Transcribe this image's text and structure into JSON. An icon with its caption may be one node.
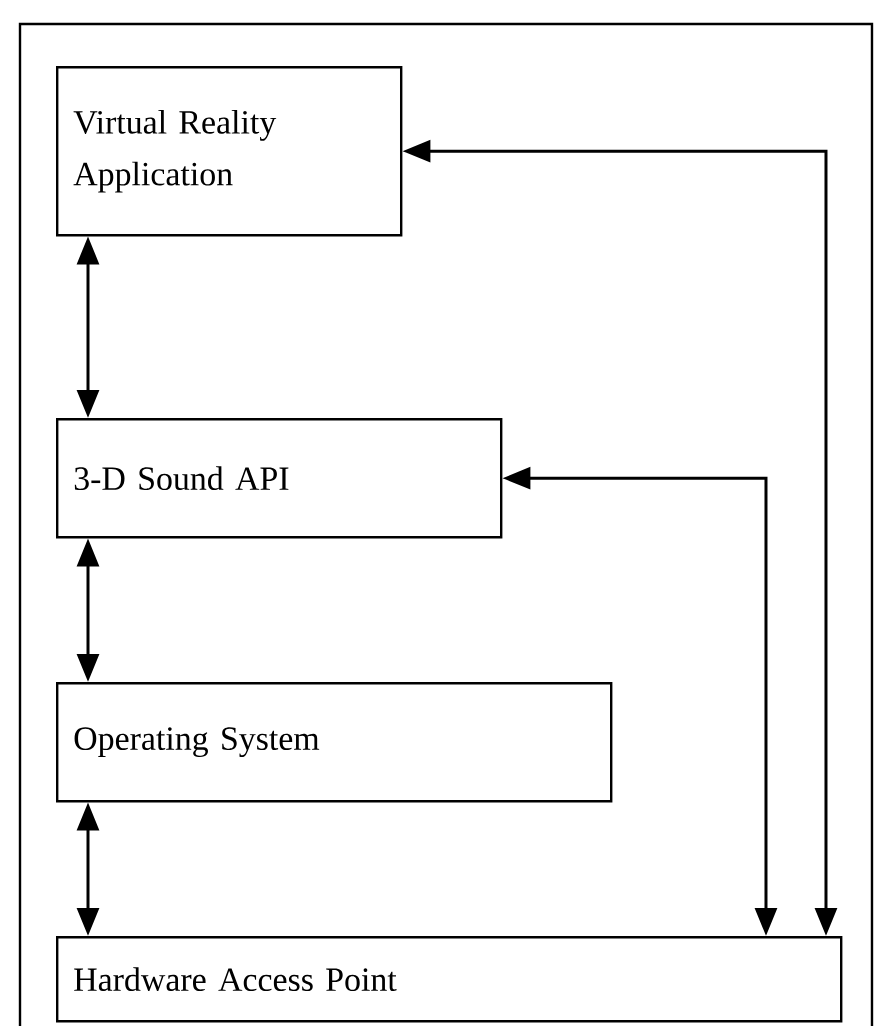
{
  "diagram": {
    "nodes": [
      {
        "text": [
          "Virtual Reality Application"
        ]
      },
      {
        "text": [
          "3-D Sound API"
        ]
      },
      {
        "text": [
          "Operating System"
        ]
      },
      {
        "text": [
          "Hardware Access Point"
        ]
      }
    ],
    "edges": [
      {
        "from": 0,
        "to": 1,
        "arrow": "both"
      },
      {
        "from": 1,
        "to": 2,
        "arrow": "both"
      },
      {
        "from": 2,
        "to": 3,
        "arrow": "both"
      },
      {
        "from": 0,
        "to": 3,
        "arrow": "both"
      },
      {
        "from": 1,
        "to": 3,
        "arrow": "both"
      }
    ]
  }
}
